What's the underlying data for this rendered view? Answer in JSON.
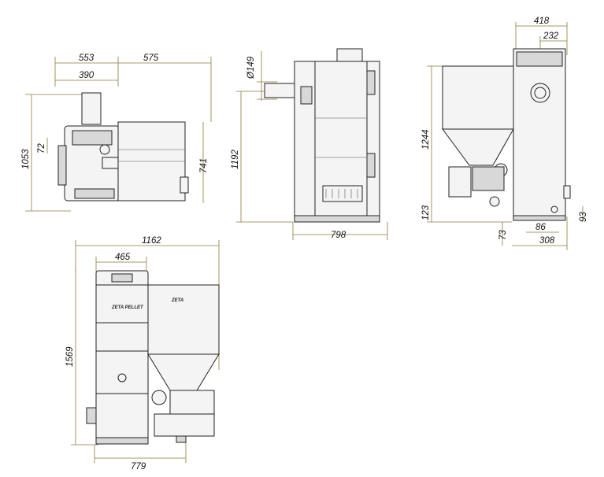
{
  "dimensions": {
    "top_view": {
      "d553": "553",
      "d575": "575",
      "d390": "390",
      "d1053": "1053",
      "d72": "72",
      "d741": "741"
    },
    "side_view": {
      "d149": "Ø149",
      "d1192": "1192",
      "d798": "798"
    },
    "end_view": {
      "d418": "418",
      "d232": "232",
      "d1244": "1244",
      "d123": "123",
      "d93": "93",
      "d73": "73",
      "d86": "86",
      "d308": "308"
    },
    "front_view": {
      "d1162": "1162",
      "d465": "465",
      "d1569": "1569",
      "d779": "779"
    }
  },
  "labels": {
    "boiler_logo": "ZETA PELLET",
    "hopper_logo": "ZETA"
  },
  "colors": {
    "dimension_line": "#8a7a3a",
    "ink": "#222222"
  }
}
